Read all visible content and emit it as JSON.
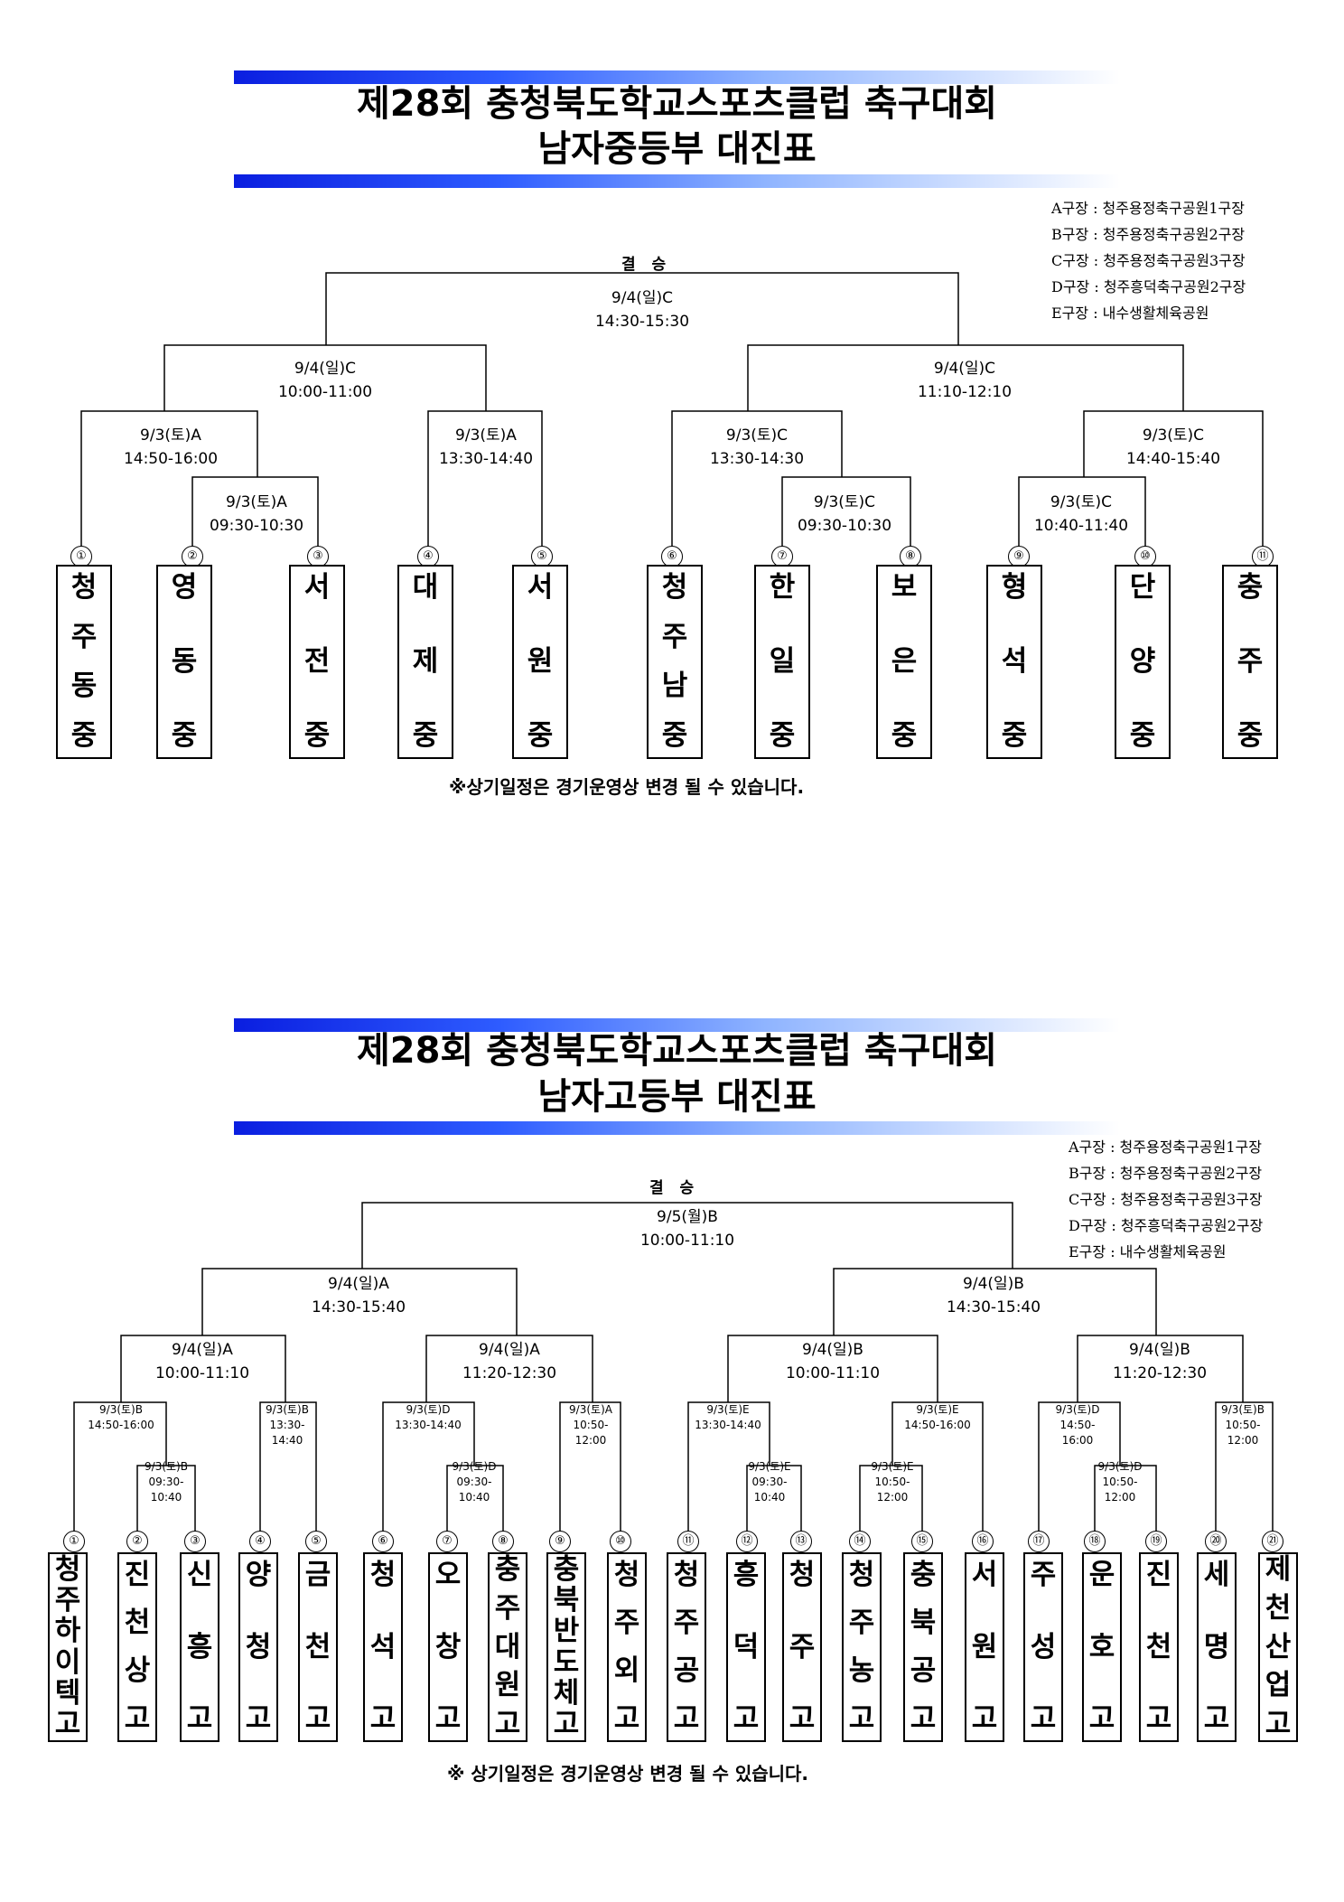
{
  "middle": {
    "title_line1": "제28회 충청북도학교스포츠클럽 축구대회",
    "title_line2": "남자중등부 대진표",
    "venues": [
      "A구장 : 청주용정축구공원1구장",
      "B구장 : 청주용정축구공원2구장",
      "C구장 : 청주용정축구공원3구장",
      "D구장 : 청주흥덕축구공원2구장",
      "E구장 : 내수생활체육공원"
    ],
    "final_label": "결 승",
    "note": "※상기일정은 경기운영상 변경 될 수 있습니다.",
    "teams": [
      {
        "num": "①",
        "name": "청주동중"
      },
      {
        "num": "②",
        "name": "영동중"
      },
      {
        "num": "③",
        "name": "서전중"
      },
      {
        "num": "④",
        "name": "대제중"
      },
      {
        "num": "⑤",
        "name": "서원중"
      },
      {
        "num": "⑥",
        "name": "청주남중"
      },
      {
        "num": "⑦",
        "name": "한일중"
      },
      {
        "num": "⑧",
        "name": "보은중"
      },
      {
        "num": "⑨",
        "name": "형석중"
      },
      {
        "num": "⑩",
        "name": "단양중"
      },
      {
        "num": "⑪",
        "name": "충주중"
      }
    ],
    "matches": [
      {
        "date": "9/4(일)C",
        "time": "14:30-15:30"
      },
      {
        "date": "9/4(일)C",
        "time": "10:00-11:00"
      },
      {
        "date": "9/4(일)C",
        "time": "11:10-12:10"
      },
      {
        "date": "9/3(토)A",
        "time": "14:50-16:00"
      },
      {
        "date": "9/3(토)A",
        "time": "13:30-14:40"
      },
      {
        "date": "9/3(토)C",
        "time": "13:30-14:30"
      },
      {
        "date": "9/3(토)C",
        "time": "14:40-15:40"
      },
      {
        "date": "9/3(토)A",
        "time": "09:30-10:30"
      },
      {
        "date": "9/3(토)C",
        "time": "09:30-10:30"
      },
      {
        "date": "9/3(토)C",
        "time": "10:40-11:40"
      }
    ]
  },
  "high": {
    "title_line1": "제28회 충청북도학교스포츠클럽 축구대회",
    "title_line2": "남자고등부 대진표",
    "venues": [
      "A구장 : 청주용정축구공원1구장",
      "B구장 : 청주용정축구공원2구장",
      "C구장 : 청주용정축구공원3구장",
      "D구장 : 청주흥덕축구공원2구장",
      "E구장 : 내수생활체육공원"
    ],
    "final_label": "결 승",
    "note": "※ 상기일정은 경기운영상 변경 될 수 있습니다.",
    "teams": [
      {
        "num": "①",
        "name": "청주하이텍고"
      },
      {
        "num": "②",
        "name": "진천상고"
      },
      {
        "num": "③",
        "name": "신흥고"
      },
      {
        "num": "④",
        "name": "양청고"
      },
      {
        "num": "⑤",
        "name": "금천고"
      },
      {
        "num": "⑥",
        "name": "청석고"
      },
      {
        "num": "⑦",
        "name": "오창고"
      },
      {
        "num": "⑧",
        "name": "충주대원고"
      },
      {
        "num": "⑨",
        "name": "충북반도체고"
      },
      {
        "num": "⑩",
        "name": "청주외고"
      },
      {
        "num": "⑪",
        "name": "청주공고"
      },
      {
        "num": "⑫",
        "name": "흥덕고"
      },
      {
        "num": "⑬",
        "name": "청주고"
      },
      {
        "num": "⑭",
        "name": "청주농고"
      },
      {
        "num": "⑮",
        "name": "충북공고"
      },
      {
        "num": "⑯",
        "name": "서원고"
      },
      {
        "num": "⑰",
        "name": "주성고"
      },
      {
        "num": "⑱",
        "name": "운호고"
      },
      {
        "num": "⑲",
        "name": "진천고"
      },
      {
        "num": "⑳",
        "name": "세명고"
      },
      {
        "num": "㉑",
        "name": "제천산업고"
      }
    ],
    "matches": [
      {
        "date": "9/5(월)B",
        "time": "10:00-11:10"
      },
      {
        "date": "9/4(일)A",
        "time": "14:30-15:40"
      },
      {
        "date": "9/4(일)B",
        "time": "14:30-15:40"
      },
      {
        "date": "9/4(일)A",
        "time": "10:00-11:10"
      },
      {
        "date": "9/4(일)A",
        "time": "11:20-12:30"
      },
      {
        "date": "9/4(일)B",
        "time": "10:00-11:10"
      },
      {
        "date": "9/4(일)B",
        "time": "11:20-12:30"
      },
      {
        "date": "9/3(토)B",
        "time": "14:50-16:00"
      },
      {
        "date": "9/3(토)B",
        "time": "13:30-14:40"
      },
      {
        "date": "9/3(토)D",
        "time": "13:30-14:40"
      },
      {
        "date": "9/3(토)A",
        "time": "10:50-12:00"
      },
      {
        "date": "9/3(토)E",
        "time": "13:30-14:40"
      },
      {
        "date": "9/3(토)E",
        "time": "14:50-16:00"
      },
      {
        "date": "9/3(토)D",
        "time": "14:50-16:00"
      },
      {
        "date": "9/3(토)B",
        "time": "10:50-12:00"
      },
      {
        "date": "9/3(토)B",
        "time": "09:30-10:40"
      },
      {
        "date": "9/3(토)D",
        "time": "09:30-10:40"
      },
      {
        "date": "9/3(토)E",
        "time": "09:30-10:40"
      },
      {
        "date": "9/3(토)E",
        "time": "10:50-12:00"
      },
      {
        "date": "9/3(토)D",
        "time": "10:50-12:00"
      }
    ]
  }
}
